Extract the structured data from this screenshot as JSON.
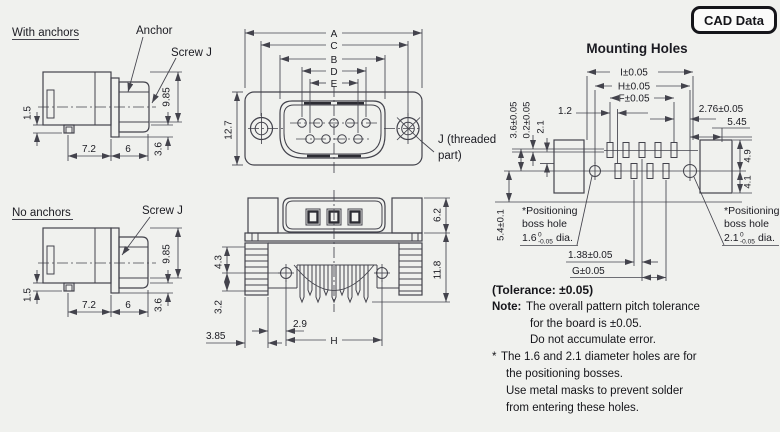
{
  "badge": {
    "label": "CAD Data"
  },
  "side_view_with_anchors": {
    "title": "With anchors",
    "anchor_label": "Anchor",
    "screw_label": "Screw J",
    "dims": {
      "pin_height": "1.5",
      "body_height": "9.85",
      "body_depth": "7.2",
      "screw_depth": "6",
      "flange_offset": "3.6"
    }
  },
  "side_view_no_anchors": {
    "title": "No anchors",
    "screw_label": "Screw J",
    "dims": {
      "pin_height": "1.5",
      "body_height": "9.85",
      "body_depth": "7.2",
      "screw_depth": "6",
      "flange_offset": "3.6"
    }
  },
  "front_view": {
    "j_label_line1": "J (threaded",
    "j_label_line2": "part)",
    "dims": {
      "a": "A",
      "c": "C",
      "b": "B",
      "d": "D",
      "e": "E",
      "height": "12.7"
    }
  },
  "bottom_view": {
    "dims": {
      "upper_height": "6.2",
      "lower_height": "11.8",
      "screw_to_top": "4.3",
      "screw_to_bottom": "3.2",
      "edge_offset": "3.85",
      "pin_to_screw": "2.9",
      "screw_span": "H"
    }
  },
  "mounting_holes": {
    "title": "Mounting Holes",
    "dims": {
      "i": "I±0.05",
      "h": "H±0.05",
      "f": "F±0.05",
      "pad_gap": "1.2",
      "boss_to_pad": "2.76±0.05",
      "boss_to_edge": "5.45",
      "row_span": "3.6±0.05",
      "row_offset": "0.2±0.05",
      "pad_height": "2.1",
      "board_edge": "5.4±0.1",
      "hatch_upper": "4.9",
      "hatch_lower": "4.1",
      "half_pitch": "1.38±0.05",
      "g": "G±0.05"
    },
    "left_boss_note": {
      "line1": "*Positioning",
      "line2": "boss hole",
      "dia_value": "1.6",
      "tol_upper": "0",
      "tol_lower": "-0.05",
      "dia_suffix": "dia."
    },
    "right_boss_note": {
      "line1": "*Positioning",
      "line2": "boss hole",
      "dia_value": "2.1",
      "tol_upper": "0",
      "tol_lower": "-0.05",
      "dia_suffix": "dia."
    }
  },
  "notes": {
    "tolerance_title": "(Tolerance: ±0.05)",
    "note_label": "Note:",
    "note_line1": "The overall pattern pitch tolerance",
    "note_line2": "for the board is ±0.05.",
    "note_line3": "Do not accumulate error.",
    "star": "*",
    "star_line1": "The 1.6 and 2.1 diameter holes are for",
    "star_line2": "the positioning bosses.",
    "star_line3": "Use metal masks to prevent solder",
    "star_line4": "from entering these holes."
  },
  "colors": {
    "background": "#f0f1ee",
    "line": "#43434c",
    "text": "#1b1b22"
  }
}
